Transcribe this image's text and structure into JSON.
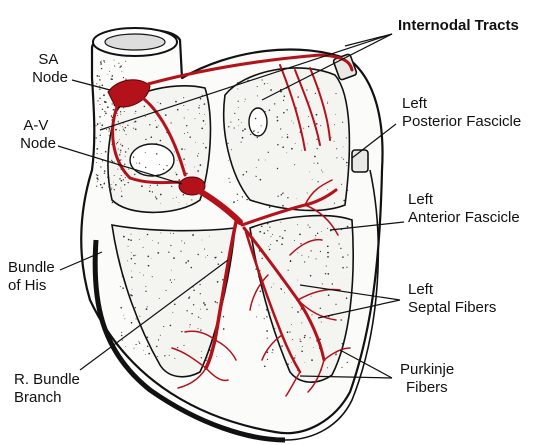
{
  "labels": {
    "internodal_tracts": "Internodal Tracts",
    "sa_node_1": "SA",
    "sa_node_2": "Node",
    "av_node_1": "A-V",
    "av_node_2": "Node",
    "left_posterior_1": "Left",
    "left_posterior_2": "Posterior Fascicle",
    "left_anterior_1": "Left",
    "left_anterior_2": "Anterior Fascicle",
    "bundle_his_1": "Bundle",
    "bundle_his_2": "of His",
    "left_septal_1": "Left",
    "left_septal_2": "Septal Fibers",
    "r_bundle_1": "R. Bundle",
    "r_bundle_2": "Branch",
    "purkinje_1": "Purkinje",
    "purkinje_2": "Fibers"
  },
  "colors": {
    "conduction": "#b3121b",
    "outline": "#111111",
    "background": "#ffffff"
  }
}
